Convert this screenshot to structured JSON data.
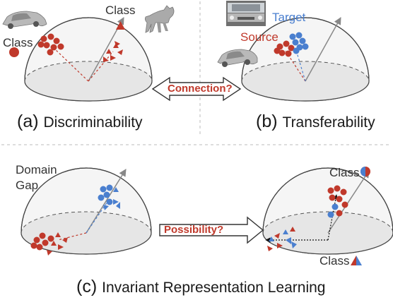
{
  "panel_a": {
    "letter": "(a)",
    "title": "Discriminability",
    "class_label_left": "Class",
    "class_label_right": "Class"
  },
  "panel_b": {
    "letter": "(b)",
    "title": "Transferability",
    "target_label": "Target",
    "source_label": "Source"
  },
  "panel_c": {
    "letter": "(c)",
    "title": "Invariant Representation Learning",
    "domain_gap_line1": "Domain",
    "domain_gap_line2": "Gap",
    "class_top": "Class",
    "class_bottom": "Class"
  },
  "connection_label": "Connection?",
  "possibility_label": "Possibility?",
  "colors": {
    "red": "#c0392b",
    "blue": "#4a7fcf",
    "arrow_text": "#c0392b",
    "hemisphere_fill": "#eeeeee",
    "divider": "#bbbbbb"
  },
  "icons": [
    "car-icon",
    "horse-icon",
    "car-photo-icon",
    "car-model-icon"
  ]
}
